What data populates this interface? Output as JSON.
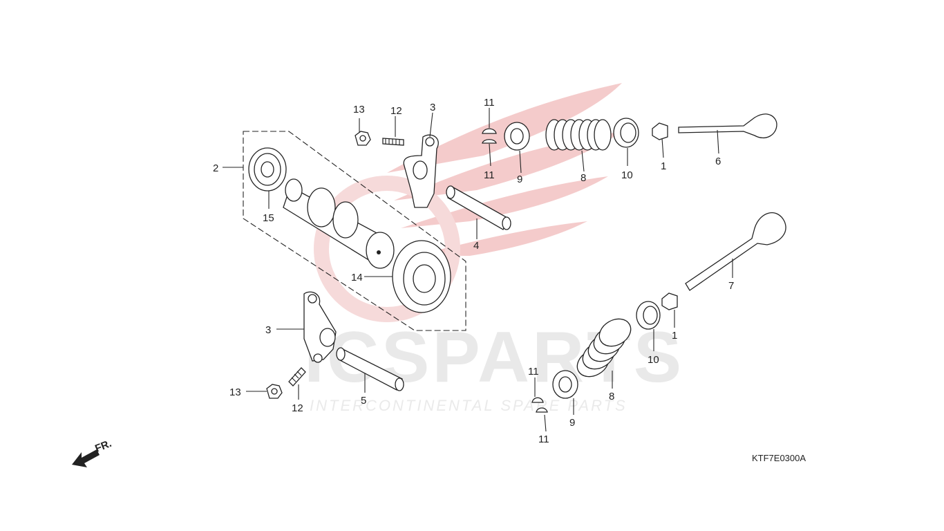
{
  "diagram": {
    "code": "KTF7E0300A",
    "direction_label": "FR.",
    "watermark": {
      "brand": "ICSPARTS",
      "tagline": "INTERCONTINENTAL SPARE PARTS",
      "color": "#f3c6c6"
    },
    "callouts": {
      "c1a": "1",
      "c1b": "1",
      "c2": "2",
      "c3a": "3",
      "c3b": "3",
      "c4": "4",
      "c5": "5",
      "c6": "6",
      "c7": "7",
      "c8a": "8",
      "c8b": "8",
      "c9a": "9",
      "c9b": "9",
      "c10a": "10",
      "c10b": "10",
      "c11a": "11",
      "c11b": "11",
      "c11c": "11",
      "c11d": "11",
      "c12a": "12",
      "c12b": "12",
      "c13a": "13",
      "c13b": "13",
      "c14": "14",
      "c15": "15"
    }
  }
}
